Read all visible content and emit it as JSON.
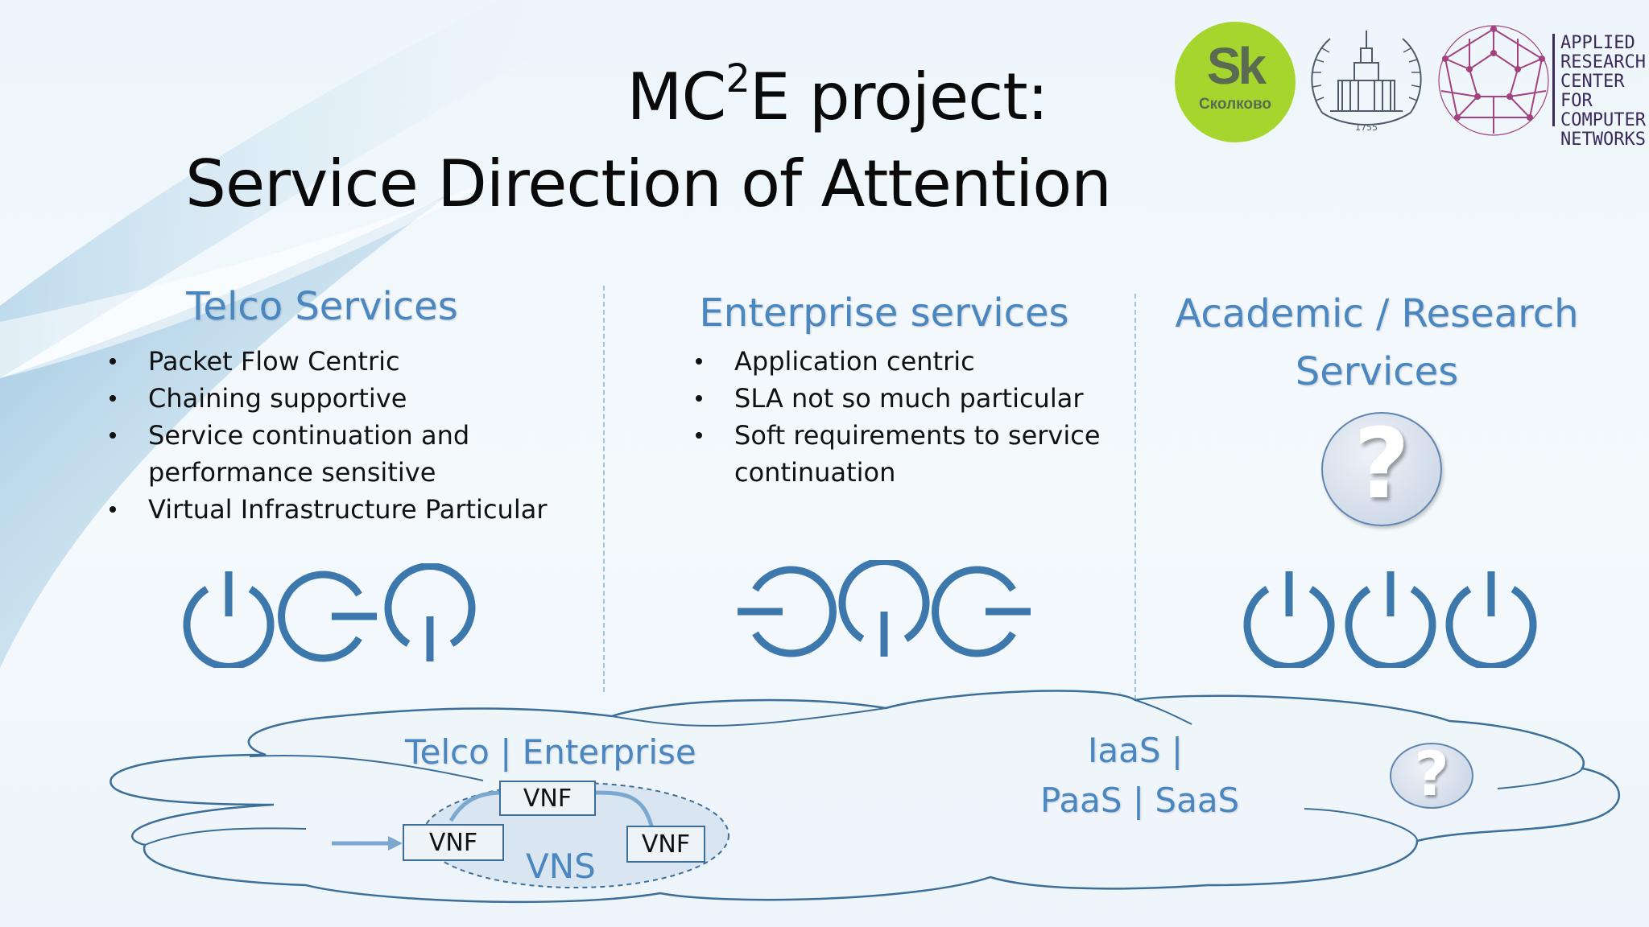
{
  "title": {
    "line1_prefix": "MC",
    "line1_sup": "2",
    "line1_suffix": "E project:",
    "line2": "Service Direction of Attention"
  },
  "logos": {
    "skolkovo": {
      "mark": "Sk",
      "name": "Сколково",
      "color": "#a6d52e"
    },
    "msu": {
      "year": "1755"
    },
    "arccn": {
      "lines": [
        "APPLIED",
        "RESEARCH",
        "CENTER FOR",
        "COMPUTER",
        "NETWORKS"
      ]
    }
  },
  "columns": {
    "telco": {
      "heading": "Telco Services",
      "bullets": [
        "Packet Flow Centric",
        "Chaining supportive",
        "Service continuation and performance sensitive",
        "Virtual Infrastructure Particular"
      ],
      "icons": [
        "power-icon",
        "power-icon-rotated",
        "power-icon-rotated"
      ]
    },
    "enterprise": {
      "heading": "Enterprise services",
      "bullets": [
        "Application centric",
        "SLA not so much particular",
        "Soft requirements to service continuation"
      ],
      "icons": [
        "power-icon-rotated",
        "power-icon-rotated",
        "power-icon-rotated"
      ]
    },
    "academic": {
      "heading_line1": "Academic / Research",
      "heading_line2": "Services",
      "badge": "?",
      "icons": [
        "power-icon",
        "power-icon",
        "power-icon"
      ]
    }
  },
  "cloud": {
    "left_label": "Telco | Enterprise",
    "vns_label": "VNS",
    "vnf_top": "VNF",
    "vnf_left": "VNF",
    "vnf_right": "VNF",
    "right_label_line1": "IaaS |",
    "right_label_line2": "PaaS | SaaS",
    "badge": "?"
  },
  "colors": {
    "accent": "#4a86c0",
    "icon_blue": "#3d78ad",
    "cloud_stroke": "#3b6e98"
  }
}
